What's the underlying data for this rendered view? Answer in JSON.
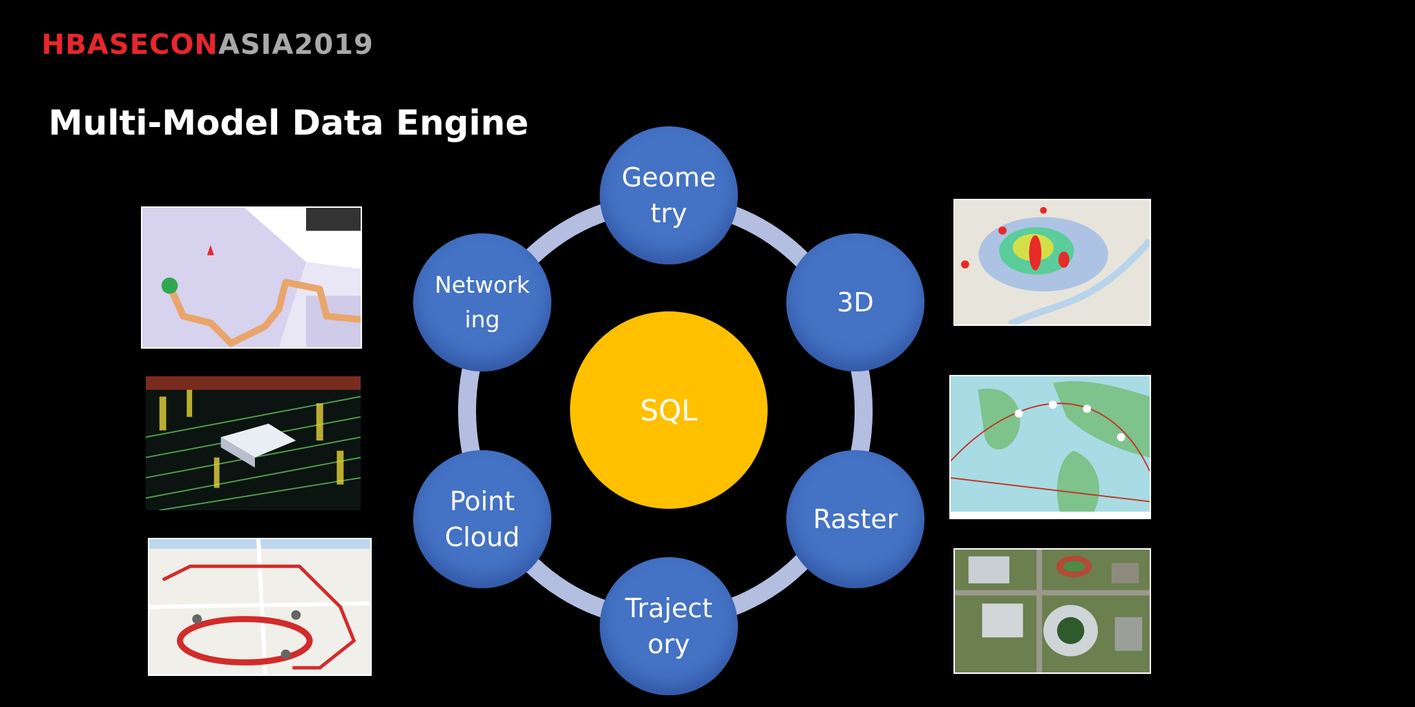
{
  "logo": {
    "part1": "HBASECON",
    "part2": "ASIA2019",
    "color_primary": "#e8262b",
    "color_secondary": "#a9a9a9"
  },
  "slide": {
    "title": "Multi-Model Data Engine"
  },
  "diagram": {
    "center_label": "SQL",
    "center_color": "#ffc000",
    "node_color": "#4472c4",
    "ring_color": "#b3bee0",
    "nodes": [
      {
        "label": "Geome\ntry"
      },
      {
        "label": "3D"
      },
      {
        "label": "Raster"
      },
      {
        "label": "Traject\nory"
      },
      {
        "label": "Point\nCloud"
      },
      {
        "label": "Network\ning"
      }
    ]
  },
  "images": {
    "left": [
      "indoor-map-image",
      "lidar-point-cloud-image",
      "route-map-image"
    ],
    "right": [
      "heatmap-image",
      "mercator-map-image",
      "satellite-image"
    ]
  }
}
